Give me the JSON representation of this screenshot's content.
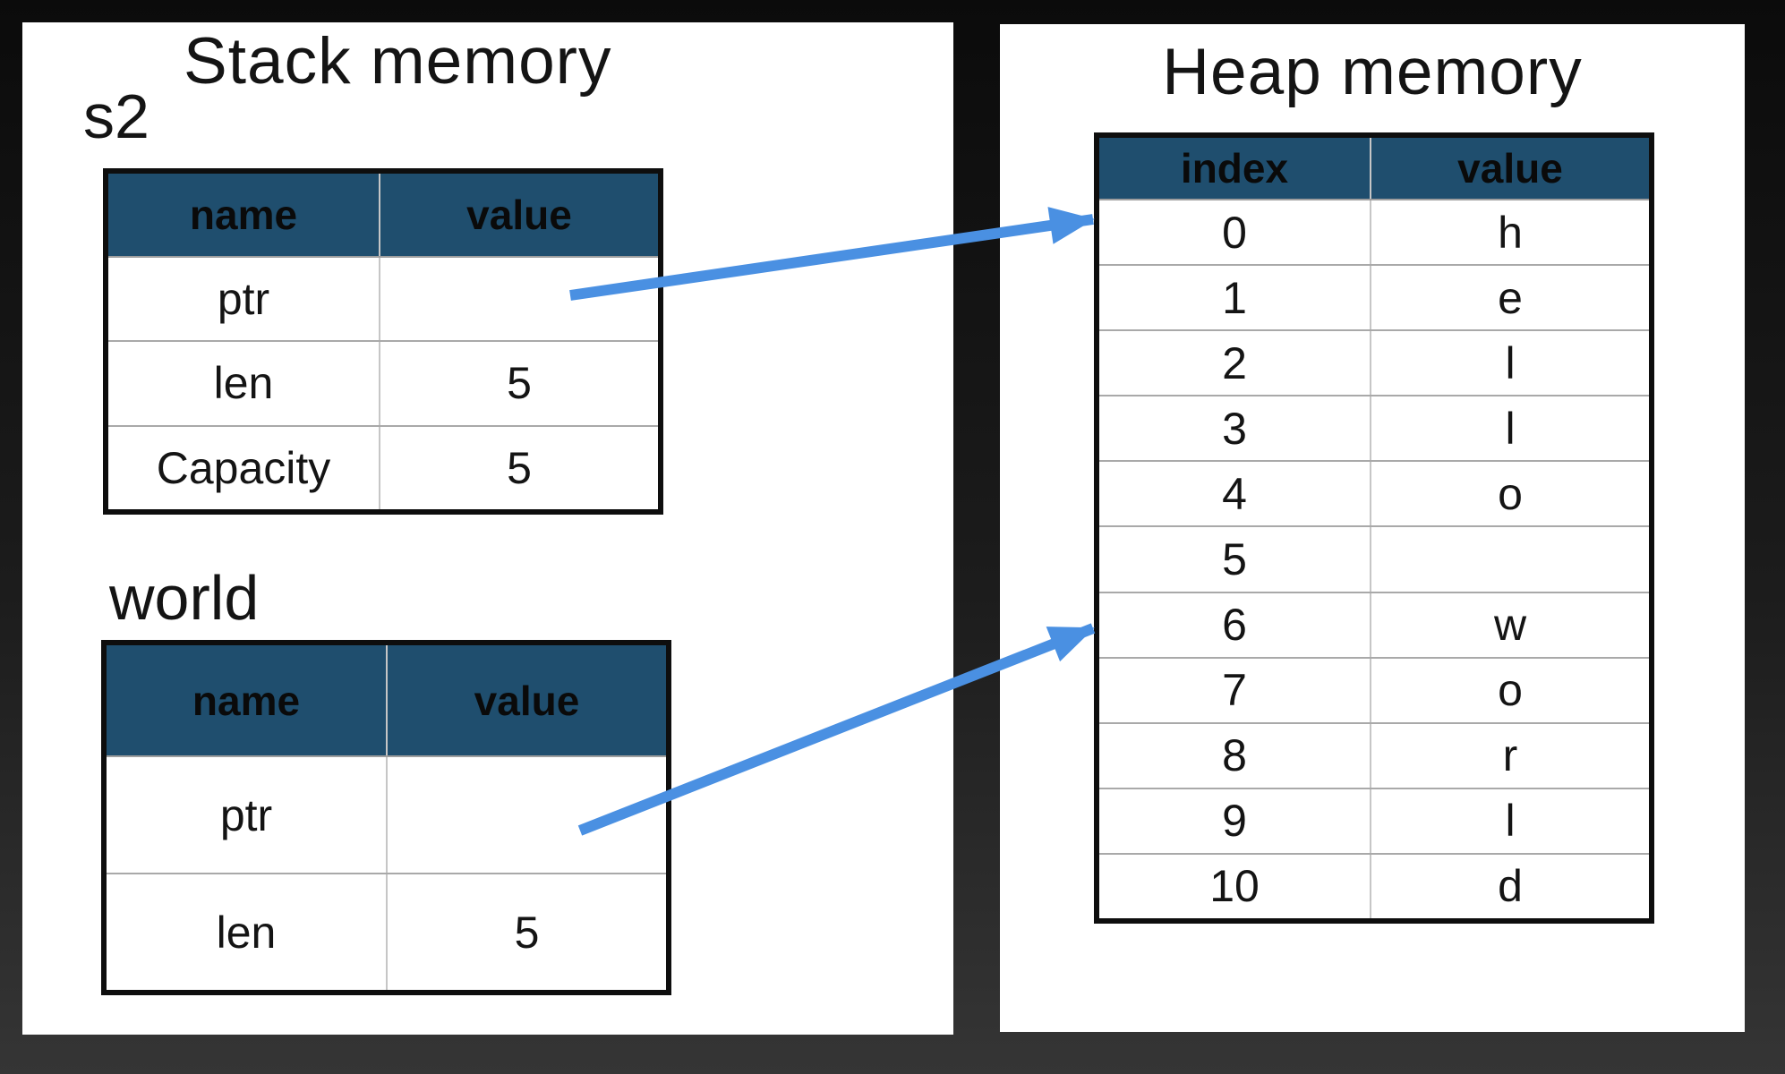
{
  "colors": {
    "bg-top": "#0b0b0b",
    "bg-bottom": "#353535",
    "panel": "#ffffff",
    "header-blue": "#1f4e6e",
    "arrow-blue": "#4a90e2",
    "table-border": "#0e0e0e",
    "row-line": "#a9a9a9",
    "col-line": "#c6c6c6",
    "text": "#141414"
  },
  "stack_panel": {
    "title": "Stack memory",
    "tables": [
      {
        "label": "s2",
        "columns": [
          "name",
          "value"
        ],
        "rows": [
          {
            "name": "ptr",
            "value": ""
          },
          {
            "name": "len",
            "value": "5"
          },
          {
            "name": "Capacity",
            "value": "5"
          }
        ]
      },
      {
        "label": "world",
        "columns": [
          "name",
          "value"
        ],
        "rows": [
          {
            "name": "ptr",
            "value": ""
          },
          {
            "name": "len",
            "value": "5"
          }
        ]
      }
    ]
  },
  "heap_panel": {
    "title": "Heap memory",
    "table": {
      "columns": [
        "index",
        "value"
      ],
      "rows": [
        {
          "index": "0",
          "value": "h"
        },
        {
          "index": "1",
          "value": "e"
        },
        {
          "index": "2",
          "value": "l"
        },
        {
          "index": "3",
          "value": "l"
        },
        {
          "index": "4",
          "value": "o"
        },
        {
          "index": "5",
          "value": ""
        },
        {
          "index": "6",
          "value": "w"
        },
        {
          "index": "7",
          "value": "o"
        },
        {
          "index": "8",
          "value": "r"
        },
        {
          "index": "9",
          "value": "l"
        },
        {
          "index": "10",
          "value": "d"
        }
      ]
    }
  },
  "arrows": [
    {
      "name": "s2-ptr-to-heap-0",
      "from": "s2 ptr value cell",
      "to": "heap row index 0"
    },
    {
      "name": "world-ptr-to-heap-6",
      "from": "world ptr value cell",
      "to": "heap row index 6"
    }
  ]
}
